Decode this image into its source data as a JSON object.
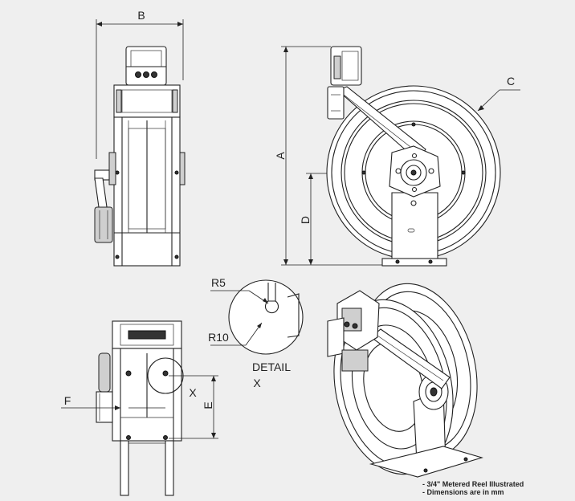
{
  "labels": {
    "dim_a": "A",
    "dim_b": "B",
    "dim_c": "C",
    "dim_d": "D",
    "dim_e": "E",
    "dim_f": "F",
    "dim_x": "X",
    "radius_small": "R5",
    "radius_large": "R10",
    "detail_line1": "DETAIL",
    "detail_line2": "X"
  },
  "notes": [
    "- 3/4\" Metered Reel Illustrated",
    "- Dimensions are in mm"
  ],
  "colors": {
    "background": "#efefef",
    "line": "#222222"
  }
}
